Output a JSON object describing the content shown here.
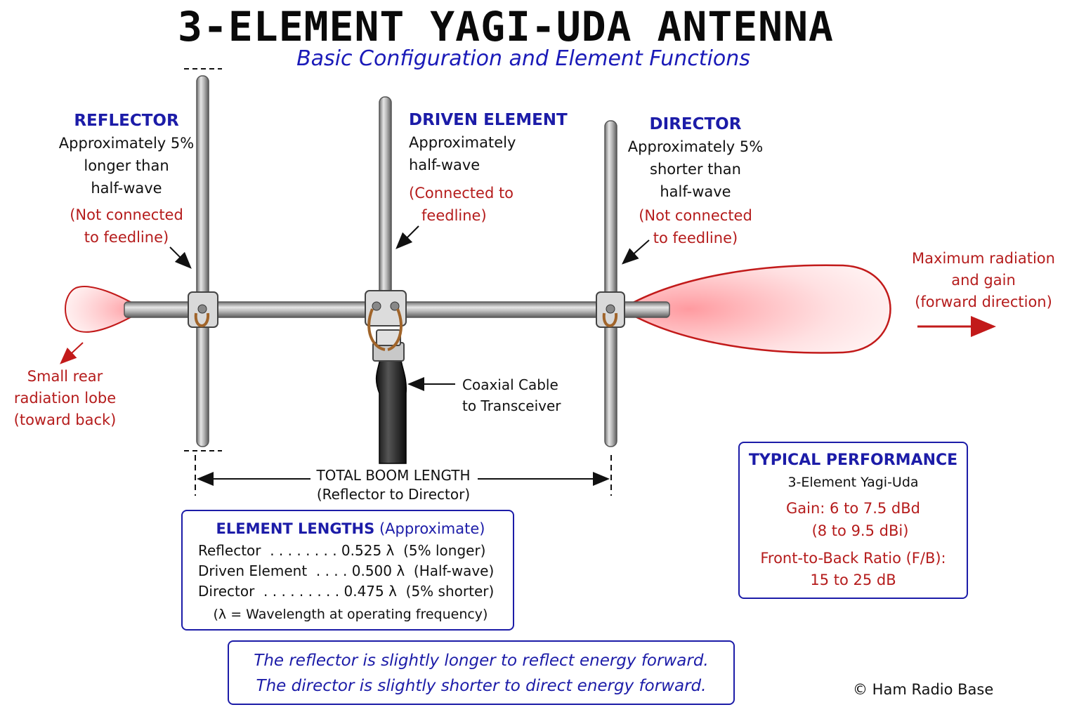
{
  "title": "3-ELEMENT YAGI-UDA ANTENNA",
  "subtitle": "Basic Configuration and Element Functions",
  "reflector": {
    "heading": "REFLECTOR",
    "desc": [
      "Approximately 5%",
      "longer than",
      "half-wave"
    ],
    "note": [
      "(Not connected",
      "to feedline)"
    ]
  },
  "driven": {
    "heading": "DRIVEN ELEMENT",
    "desc": [
      "Approximately",
      "half-wave"
    ],
    "note": [
      "(Connected to",
      "feedline)"
    ]
  },
  "director": {
    "heading": "DIRECTOR",
    "desc": [
      "Approximately 5%",
      "shorter than",
      "half-wave"
    ],
    "note": [
      "(Not connected",
      "to feedline)"
    ]
  },
  "rear_lobe": [
    "Small rear",
    "radiation lobe",
    "(toward back)"
  ],
  "forward": [
    "Maximum radiation",
    "and gain",
    "(forward direction)"
  ],
  "coax": [
    "Coaxial Cable",
    "to Transceiver"
  ],
  "boom": {
    "label": "TOTAL BOOM LENGTH",
    "sub": "(Reflector to Director)"
  },
  "element_lengths": {
    "title": "ELEMENT LENGTHS",
    "title_suffix": "(Approximate)",
    "rows": [
      "Reflector  . . . . . . . . 0.525 λ  (5% longer)",
      "Driven Element  . . . . 0.500 λ  (Half-wave)",
      "Director  . . . . . . . . . 0.475 λ  (5% shorter)"
    ],
    "note": "(λ = Wavelength at operating frequency)"
  },
  "performance": {
    "title": "TYPICAL PERFORMANCE",
    "subtitle": "3-Element Yagi-Uda",
    "gain": "Gain:  6 to 7.5 dBd",
    "gain_dbi": "(8 to 9.5 dBi)",
    "fb_label": "Front-to-Back Ratio (F/B):",
    "fb_value": "15 to 25 dB"
  },
  "summary": [
    "The reflector is slightly longer to reflect energy forward.",
    "The director is slightly shorter to direct energy forward."
  ],
  "copyright": "© Ham Radio Base"
}
